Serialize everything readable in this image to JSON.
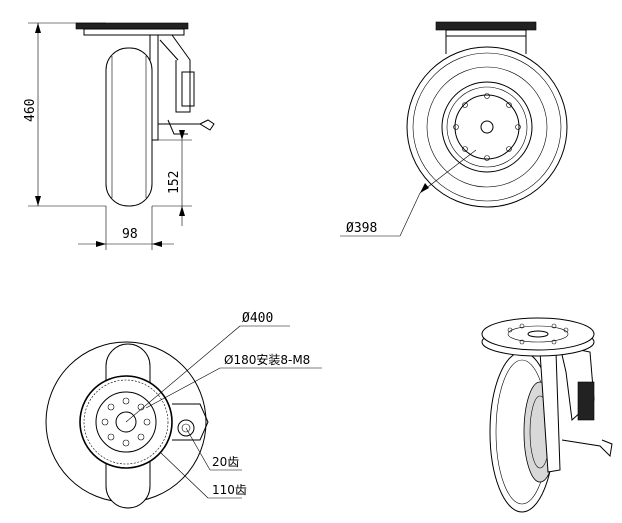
{
  "dimensions": {
    "overall_height": "460",
    "axle_height": "152",
    "wheel_width": "98",
    "tire_diameter": "Ø398",
    "outer_diameter": "Ø400",
    "mount_diameter": "Ø180安装8-M8",
    "pinion_teeth": "20齿",
    "ring_teeth": "110齿"
  }
}
